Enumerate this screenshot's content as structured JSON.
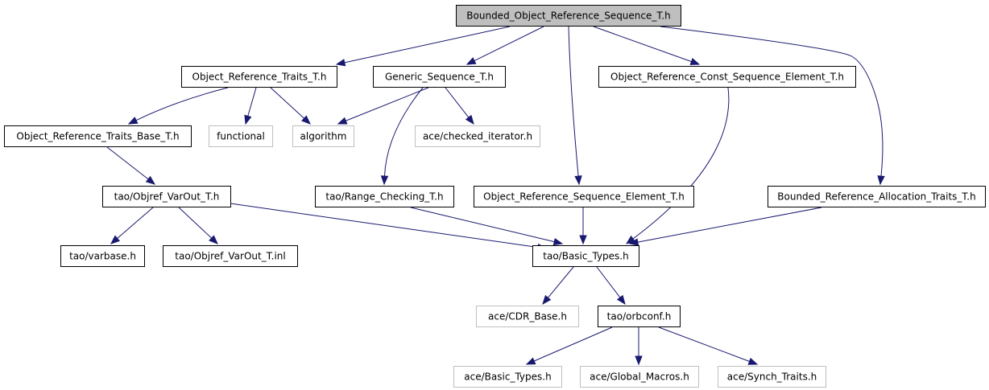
{
  "graph": {
    "nodes": [
      {
        "id": "root",
        "label": "Bounded_Object_Reference_Sequence_T.h",
        "kind": "root"
      },
      {
        "id": "ort",
        "label": "Object_Reference_Traits_T.h",
        "kind": "normal"
      },
      {
        "id": "gst",
        "label": "Generic_Sequence_T.h",
        "kind": "normal"
      },
      {
        "id": "orcse",
        "label": "Object_Reference_Const_Sequence_Element_T.h",
        "kind": "normal"
      },
      {
        "id": "ortb",
        "label": "Object_Reference_Traits_Base_T.h",
        "kind": "normal"
      },
      {
        "id": "functional",
        "label": "functional",
        "kind": "external"
      },
      {
        "id": "algorithm",
        "label": "algorithm",
        "kind": "external"
      },
      {
        "id": "checked",
        "label": "ace/checked_iterator.h",
        "kind": "external"
      },
      {
        "id": "objvar",
        "label": "tao/Objref_VarOut_T.h",
        "kind": "normal"
      },
      {
        "id": "range",
        "label": "tao/Range_Checking_T.h",
        "kind": "normal"
      },
      {
        "id": "orse",
        "label": "Object_Reference_Sequence_Element_T.h",
        "kind": "normal"
      },
      {
        "id": "brat",
        "label": "Bounded_Reference_Allocation_Traits_T.h",
        "kind": "normal"
      },
      {
        "id": "varbase",
        "label": "tao/varbase.h",
        "kind": "normal"
      },
      {
        "id": "objinl",
        "label": "tao/Objref_VarOut_T.inl",
        "kind": "normal"
      },
      {
        "id": "basic",
        "label": "tao/Basic_Types.h",
        "kind": "normal"
      },
      {
        "id": "cdr",
        "label": "ace/CDR_Base.h",
        "kind": "external"
      },
      {
        "id": "orbconf",
        "label": "tao/orbconf.h",
        "kind": "normal"
      },
      {
        "id": "acebasic",
        "label": "ace/Basic_Types.h",
        "kind": "external"
      },
      {
        "id": "global",
        "label": "ace/Global_Macros.h",
        "kind": "external"
      },
      {
        "id": "synch",
        "label": "ace/Synch_Traits.h",
        "kind": "external"
      }
    ],
    "edges": [
      {
        "from": "root",
        "to": "ort"
      },
      {
        "from": "root",
        "to": "gst"
      },
      {
        "from": "root",
        "to": "orcse"
      },
      {
        "from": "root",
        "to": "orse"
      },
      {
        "from": "root",
        "to": "brat"
      },
      {
        "from": "ort",
        "to": "ortb"
      },
      {
        "from": "ort",
        "to": "functional"
      },
      {
        "from": "ort",
        "to": "algorithm"
      },
      {
        "from": "gst",
        "to": "algorithm"
      },
      {
        "from": "gst",
        "to": "checked"
      },
      {
        "from": "gst",
        "to": "range"
      },
      {
        "from": "ortb",
        "to": "objvar"
      },
      {
        "from": "objvar",
        "to": "varbase"
      },
      {
        "from": "objvar",
        "to": "objinl"
      },
      {
        "from": "objvar",
        "to": "basic"
      },
      {
        "from": "range",
        "to": "basic"
      },
      {
        "from": "orse",
        "to": "basic"
      },
      {
        "from": "orcse",
        "to": "basic"
      },
      {
        "from": "brat",
        "to": "basic"
      },
      {
        "from": "basic",
        "to": "cdr"
      },
      {
        "from": "basic",
        "to": "orbconf"
      },
      {
        "from": "orbconf",
        "to": "acebasic"
      },
      {
        "from": "orbconf",
        "to": "global"
      },
      {
        "from": "orbconf",
        "to": "synch"
      }
    ],
    "colors": {
      "edge": "#191970",
      "node_border": "#000000",
      "external_border": "#bfbfbf",
      "root_fill": "#bfbfbf",
      "text": "#000000",
      "external_text": "#000000"
    }
  }
}
